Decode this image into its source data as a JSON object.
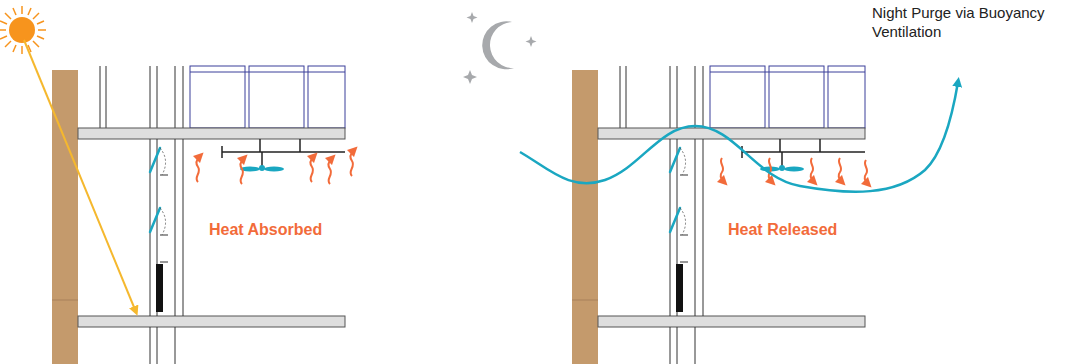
{
  "diagram": {
    "labels": [
      "Heat Absorbed",
      "Heat Released",
      "Night Purge via Buoyancy Ventilation"
    ]
  }
}
